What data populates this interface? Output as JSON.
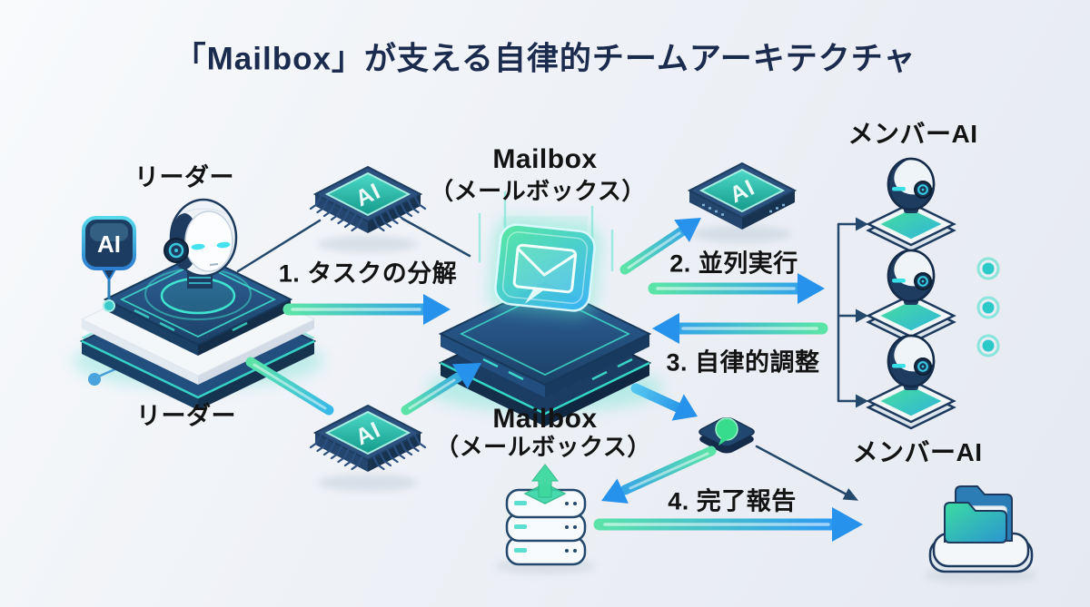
{
  "title": "「Mailbox」が支える自律的チームアーキテクチャ",
  "leader": {
    "label_top": "リーダー",
    "label_bottom": "リーダー",
    "badge_label": "AI"
  },
  "mailbox_top": {
    "name": "Mailbox",
    "reading": "（メールボックス）"
  },
  "mailbox_bottom": {
    "name": "Mailbox",
    "reading": "（メールボックス）"
  },
  "members": {
    "label_top": "メンバーAI",
    "label_bottom": "メンバーAI",
    "robot_count": 3,
    "more_indicator_dots": 3
  },
  "steps": {
    "s1": "1. タスクの分解",
    "s2": "2. 並列実行",
    "s3": "3. 自律的調整",
    "s4": "4. 完了報告"
  },
  "chips": {
    "label": "AI"
  },
  "icons": {
    "leader_robot": "humanoid-robot-head-on-circuit-platform",
    "ai_badge": "rounded-pin-with-AI-text",
    "ai_chip": "isometric-microchip-with-AI-top",
    "mailbox": "glowing-envelope-tile-on-platform",
    "member_robot": "robot-head-on-teal-pad",
    "hexagon_module": "navy-tile-with-green-bubble",
    "server_stack": "three-layer-server-with-up-arrow",
    "folder": "double-folder-on-white-base",
    "more_dots": "teal-glow-dots"
  },
  "colors": {
    "background": "#eef1f6",
    "title": "#1b2b4d",
    "label": "#131313",
    "beam_green": "#5ce4a8",
    "beam_blue": "#2e9bf0",
    "line_navy": "#24486b",
    "teal_accent": "#3fd9c9",
    "chip_teal": "#2fbfae",
    "platform_navy": "#234f7e"
  }
}
